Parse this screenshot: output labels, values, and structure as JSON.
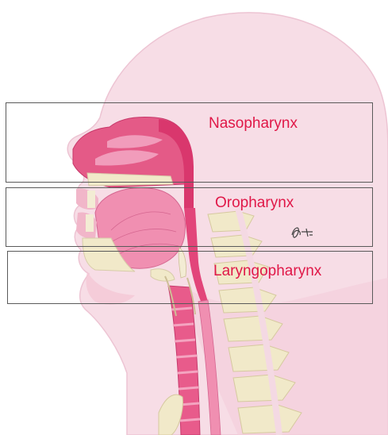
{
  "regions": [
    {
      "name": "nasopharynx",
      "label": "Nasopharynx"
    },
    {
      "name": "oropharynx",
      "label": "Oropharynx"
    },
    {
      "name": "laryngopharynx",
      "label": "Laryngopharynx"
    }
  ],
  "colors": {
    "label_text": "#e01848",
    "box_border": "#5a5a5a",
    "head_silhouette": "#f7dde6",
    "airway_pink": "#e2457a",
    "tissue_pink": "#f1a3be",
    "bone_cream": "#f1e9c9"
  },
  "icons": {
    "signature": "illustrator-signature-icon"
  }
}
